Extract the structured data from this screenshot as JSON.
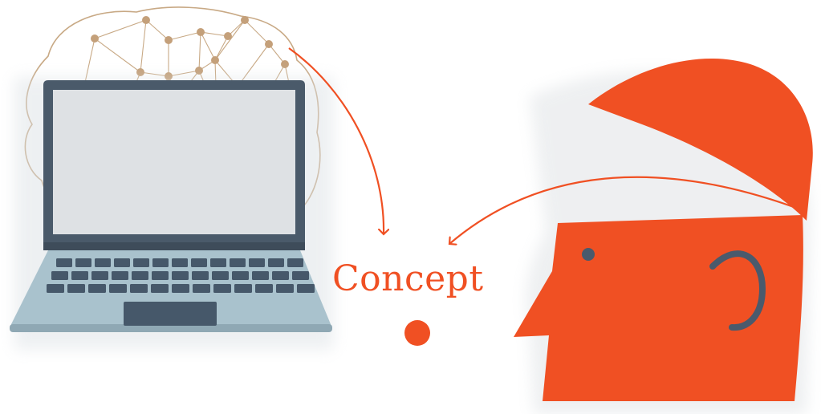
{
  "diagram": {
    "center_label": "Concept",
    "nodes": [
      {
        "name": "laptop-with-neural-network-brain",
        "role": "source"
      },
      {
        "name": "human-head-open",
        "role": "source"
      },
      {
        "name": "concept-dot",
        "role": "target"
      }
    ],
    "edges": [
      {
        "from": "laptop-with-neural-network-brain",
        "to": "concept-dot"
      },
      {
        "from": "human-head-open",
        "to": "concept-dot"
      }
    ]
  },
  "colors": {
    "accent": "#F05023",
    "brain_lines": "#C8A985",
    "brain_nodes": "#C4A07A",
    "laptop_frame": "#4A5A6A",
    "laptop_base": "#A9C2CD",
    "keyboard": "#46586A",
    "head_features": "#4A5A6C"
  },
  "icons": [
    "laptop-icon",
    "brain-network-icon",
    "human-head-icon"
  ]
}
